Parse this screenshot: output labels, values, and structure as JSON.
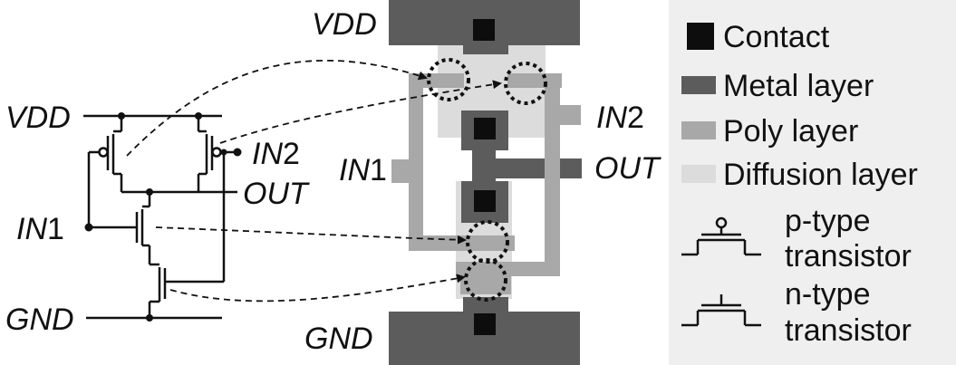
{
  "colors": {
    "contact": "#0d0d0d",
    "metal": "#5c5c5c",
    "poly": "#a8a8a8",
    "diffusion": "#dcdcdc",
    "legend_bg": "#efefef",
    "wire": "#111111"
  },
  "schematic": {
    "vdd": "VDD",
    "gnd": "GND",
    "in1_name": "IN",
    "in1_num": "1",
    "in2_name": "IN",
    "in2_num": "2",
    "out": "OUT"
  },
  "layout": {
    "vdd": "VDD",
    "gnd": "GND",
    "in1_name": "IN",
    "in1_num": "1",
    "in2_name": "IN",
    "in2_num": "2",
    "out": "OUT"
  },
  "legend": {
    "contact": "Contact",
    "metal": "Metal layer",
    "poly": "Poly layer",
    "diffusion": "Diffusion layer",
    "ptype_1": "p-type",
    "ptype_2": "transistor",
    "ntype_1": "n-type",
    "ntype_2": "transistor"
  }
}
